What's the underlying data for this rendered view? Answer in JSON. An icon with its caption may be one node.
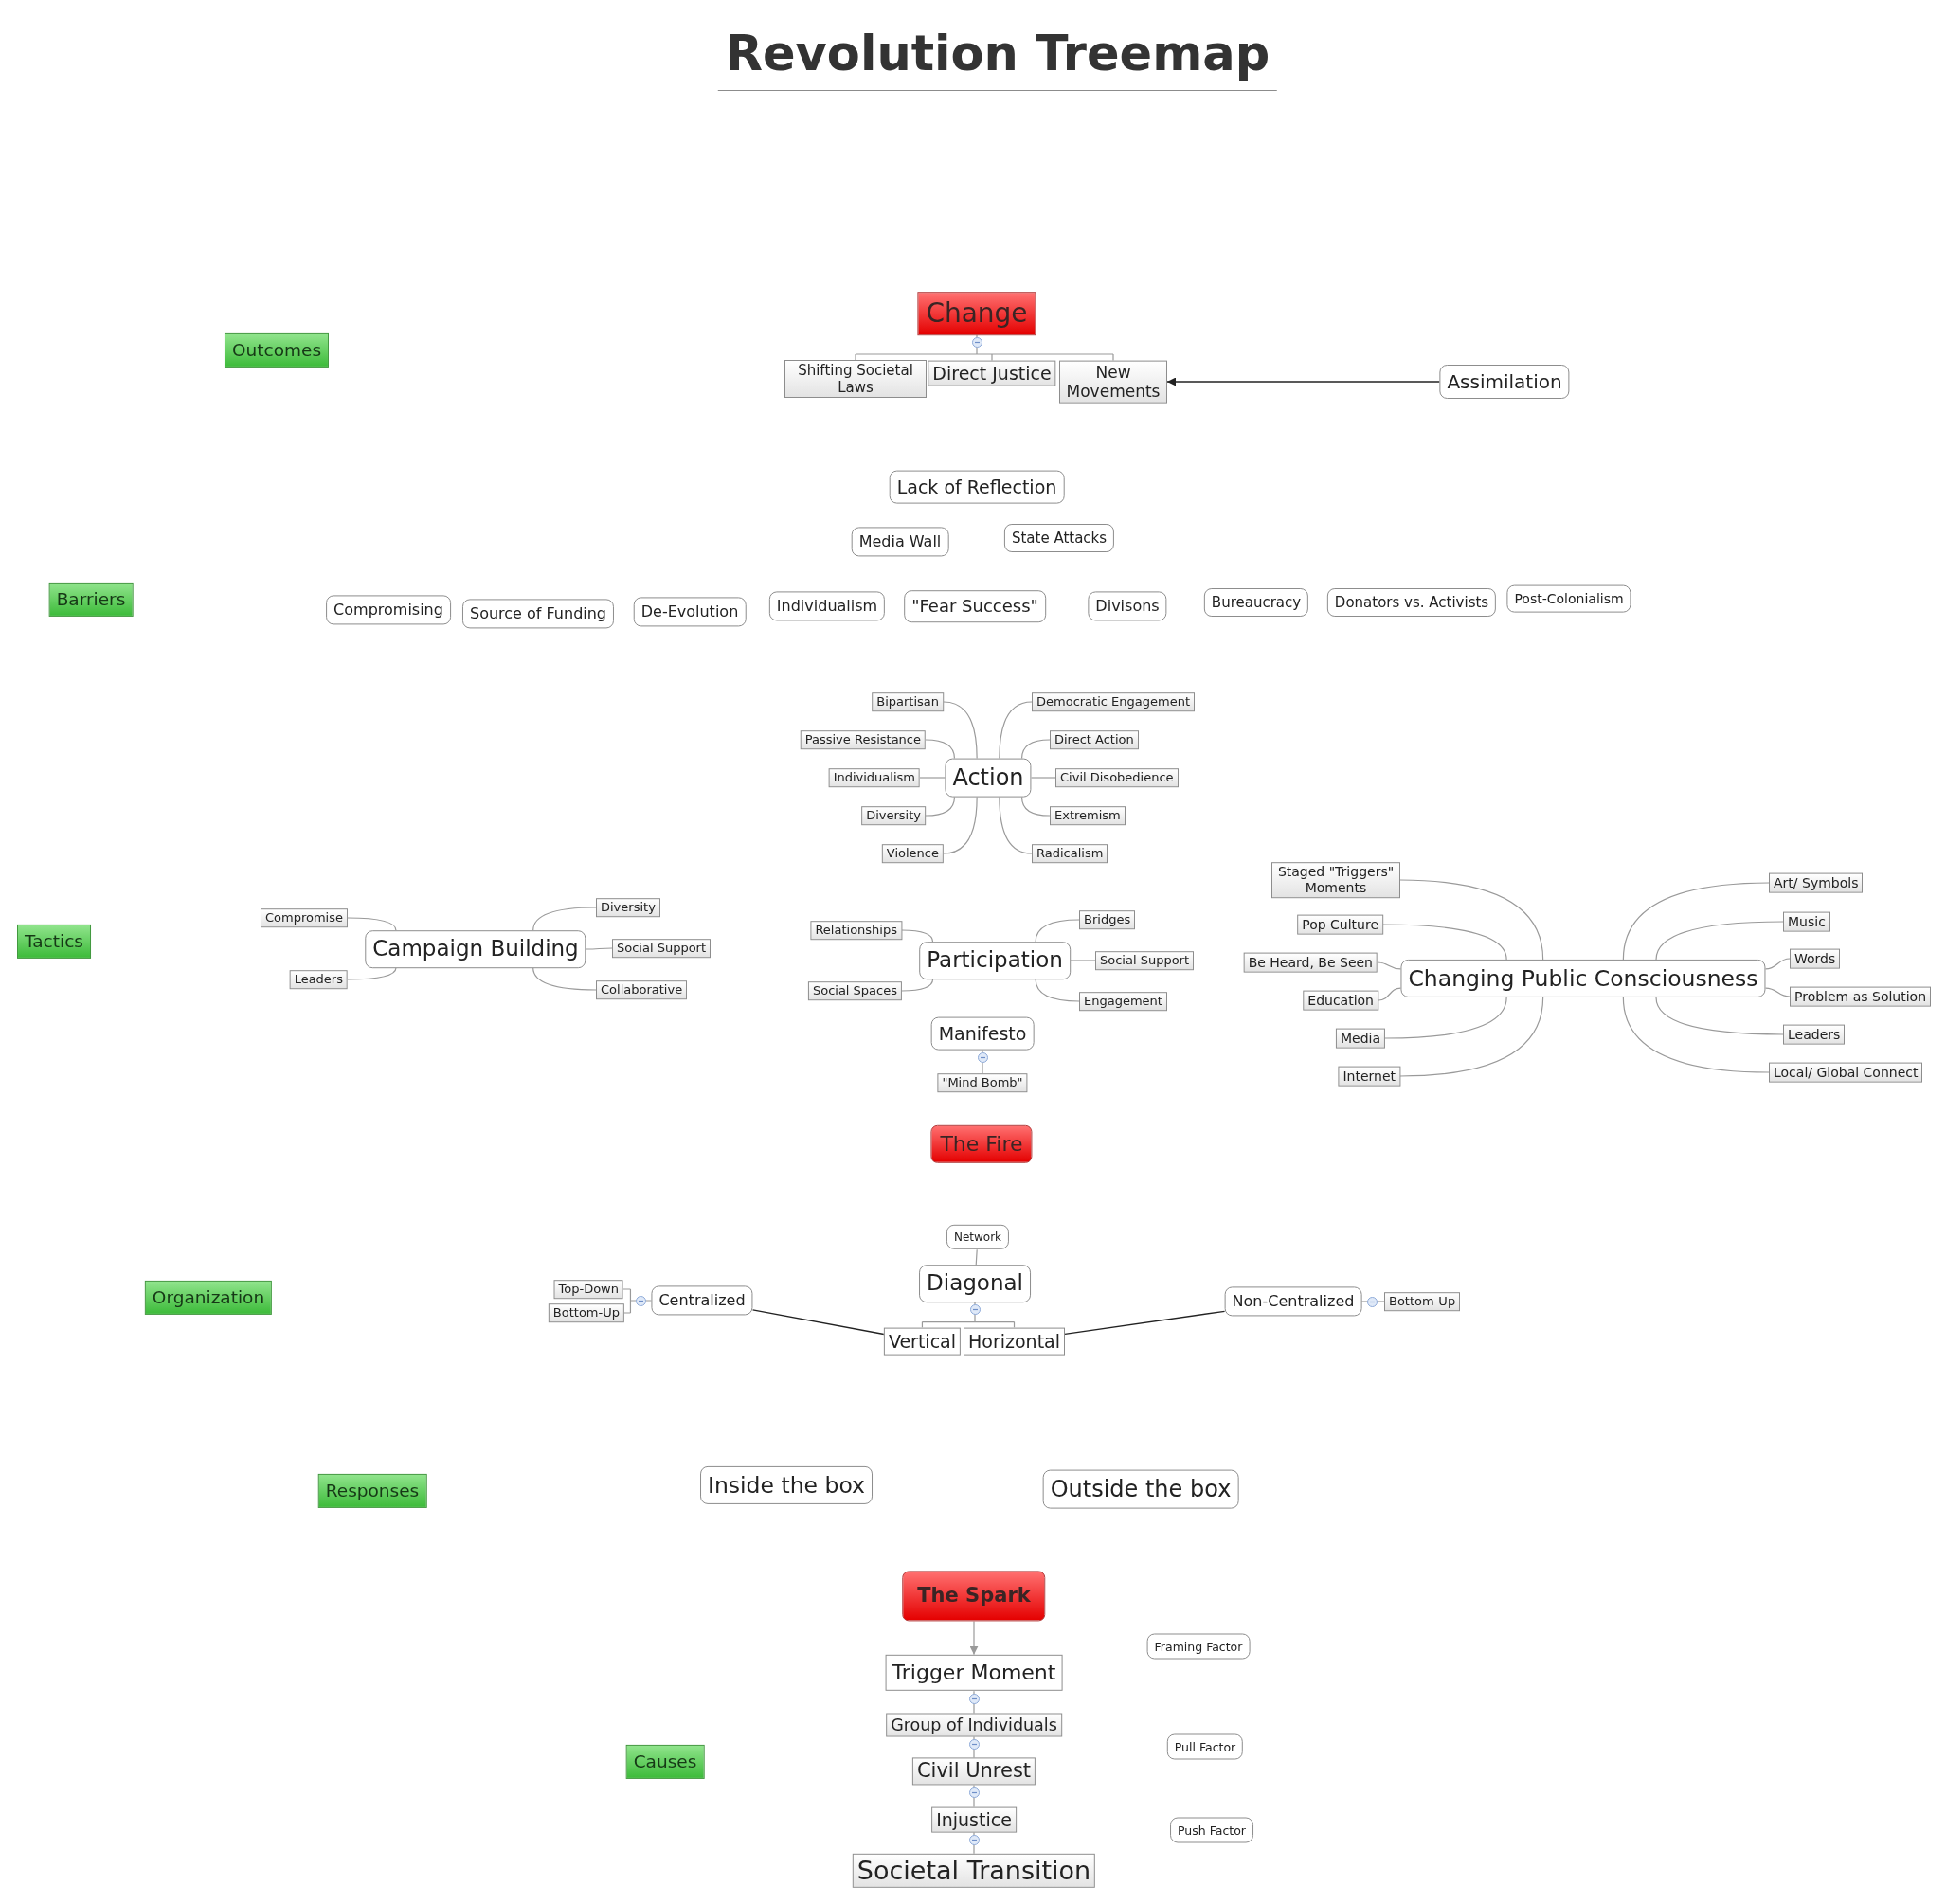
{
  "diagram": {
    "title": "Revolution Treemap",
    "nodes": [
      {
        "text": [
          "Outcomes"
        ]
      },
      {
        "text": [
          "Change"
        ]
      },
      {
        "text": [
          "Shifting Societal Laws"
        ]
      },
      {
        "text": [
          "Direct Justice"
        ]
      },
      {
        "text": [
          "New Movements"
        ]
      },
      {
        "text": [
          "Assimilation"
        ]
      },
      {
        "text": [
          "Barriers"
        ]
      },
      {
        "text": [
          "Lack of Reflection"
        ]
      },
      {
        "text": [
          "Media Wall"
        ]
      },
      {
        "text": [
          "State Attacks"
        ]
      },
      {
        "text": [
          "Compromising"
        ]
      },
      {
        "text": [
          "Source of Funding"
        ]
      },
      {
        "text": [
          "De-Evolution"
        ]
      },
      {
        "text": [
          "Individualism"
        ]
      },
      {
        "text": [
          "\"Fear Success\""
        ]
      },
      {
        "text": [
          "Divisons"
        ]
      },
      {
        "text": [
          "Bureaucracy"
        ]
      },
      {
        "text": [
          "Donators vs. Activists"
        ]
      },
      {
        "text": [
          "Post-Colonialism"
        ]
      },
      {
        "text": [
          "Tactics"
        ]
      },
      {
        "text": [
          "Action"
        ]
      },
      {
        "text": [
          "Bipartisan"
        ]
      },
      {
        "text": [
          "Passive Resistance"
        ]
      },
      {
        "text": [
          "Individualism"
        ]
      },
      {
        "text": [
          "Diversity"
        ]
      },
      {
        "text": [
          "Violence"
        ]
      },
      {
        "text": [
          "Democratic Engagement"
        ]
      },
      {
        "text": [
          "Direct Action"
        ]
      },
      {
        "text": [
          "Civil Disobedience"
        ]
      },
      {
        "text": [
          "Extremism"
        ]
      },
      {
        "text": [
          "Radicalism"
        ]
      },
      {
        "text": [
          "Campaign Building"
        ]
      },
      {
        "text": [
          "Compromise"
        ]
      },
      {
        "text": [
          "Leaders"
        ]
      },
      {
        "text": [
          "Diversity"
        ]
      },
      {
        "text": [
          "Social Support"
        ]
      },
      {
        "text": [
          "Collaborative"
        ]
      },
      {
        "text": [
          "Participation"
        ]
      },
      {
        "text": [
          "Relationships"
        ]
      },
      {
        "text": [
          "Social Spaces"
        ]
      },
      {
        "text": [
          "Bridges"
        ]
      },
      {
        "text": [
          "Social Support"
        ]
      },
      {
        "text": [
          "Engagement"
        ]
      },
      {
        "text": [
          "Changing Public Consciousness"
        ]
      },
      {
        "text": [
          "Staged \"Triggers\" Moments"
        ]
      },
      {
        "text": [
          "Pop Culture"
        ]
      },
      {
        "text": [
          "Be Heard, Be Seen"
        ]
      },
      {
        "text": [
          "Education"
        ]
      },
      {
        "text": [
          "Media"
        ]
      },
      {
        "text": [
          "Internet"
        ]
      },
      {
        "text": [
          "Art/ Symbols"
        ]
      },
      {
        "text": [
          "Music"
        ]
      },
      {
        "text": [
          "Words"
        ]
      },
      {
        "text": [
          "Problem as Solution"
        ]
      },
      {
        "text": [
          "Leaders"
        ]
      },
      {
        "text": [
          "Local/ Global Connect"
        ]
      },
      {
        "text": [
          "Manifesto"
        ]
      },
      {
        "text": [
          "\"Mind Bomb\""
        ]
      },
      {
        "text": [
          "The Fire"
        ]
      },
      {
        "text": [
          "Organization"
        ]
      },
      {
        "text": [
          "Network"
        ]
      },
      {
        "text": [
          "Diagonal"
        ]
      },
      {
        "text": [
          "Vertical"
        ]
      },
      {
        "text": [
          "Horizontal"
        ]
      },
      {
        "text": [
          "Centralized"
        ]
      },
      {
        "text": [
          "Top-Down"
        ]
      },
      {
        "text": [
          "Bottom-Up"
        ]
      },
      {
        "text": [
          "Non-Centralized"
        ]
      },
      {
        "text": [
          "Bottom-Up"
        ]
      },
      {
        "text": [
          "Responses"
        ]
      },
      {
        "text": [
          "Inside the box"
        ]
      },
      {
        "text": [
          "Outside the box"
        ]
      },
      {
        "text": [
          "Causes"
        ]
      },
      {
        "text": [
          "The Spark"
        ]
      },
      {
        "text": [
          "Trigger Moment"
        ]
      },
      {
        "text": [
          "Group of Individuals"
        ]
      },
      {
        "text": [
          "Civil Unrest"
        ]
      },
      {
        "text": [
          "Injustice"
        ]
      },
      {
        "text": [
          "Societal Transition"
        ]
      },
      {
        "text": [
          "Framing Factor"
        ]
      },
      {
        "text": [
          "Pull Factor"
        ]
      },
      {
        "text": [
          "Push Factor"
        ]
      }
    ],
    "edges": [
      {
        "from": 1,
        "to": 2,
        "arrow": "none"
      },
      {
        "from": 1,
        "to": 3,
        "arrow": "none"
      },
      {
        "from": 1,
        "to": 4,
        "arrow": "none"
      },
      {
        "from": 5,
        "to": 4,
        "arrow": "to",
        "color": "#222222"
      },
      {
        "from": 20,
        "to": 21,
        "arrow": "none"
      },
      {
        "from": 20,
        "to": 22,
        "arrow": "none"
      },
      {
        "from": 20,
        "to": 23,
        "arrow": "none"
      },
      {
        "from": 20,
        "to": 24,
        "arrow": "none"
      },
      {
        "from": 20,
        "to": 25,
        "arrow": "none"
      },
      {
        "from": 20,
        "to": 26,
        "arrow": "none"
      },
      {
        "from": 20,
        "to": 27,
        "arrow": "none"
      },
      {
        "from": 20,
        "to": 28,
        "arrow": "none"
      },
      {
        "from": 20,
        "to": 29,
        "arrow": "none"
      },
      {
        "from": 20,
        "to": 30,
        "arrow": "none"
      },
      {
        "from": 31,
        "to": 32,
        "arrow": "none"
      },
      {
        "from": 31,
        "to": 33,
        "arrow": "none"
      },
      {
        "from": 31,
        "to": 34,
        "arrow": "none"
      },
      {
        "from": 31,
        "to": 35,
        "arrow": "none"
      },
      {
        "from": 31,
        "to": 36,
        "arrow": "none"
      },
      {
        "from": 37,
        "to": 38,
        "arrow": "none"
      },
      {
        "from": 37,
        "to": 39,
        "arrow": "none"
      },
      {
        "from": 37,
        "to": 40,
        "arrow": "none"
      },
      {
        "from": 37,
        "to": 41,
        "arrow": "none"
      },
      {
        "from": 37,
        "to": 42,
        "arrow": "none"
      },
      {
        "from": 43,
        "to": 44,
        "arrow": "none"
      },
      {
        "from": 43,
        "to": 45,
        "arrow": "none"
      },
      {
        "from": 43,
        "to": 46,
        "arrow": "none"
      },
      {
        "from": 43,
        "to": 47,
        "arrow": "none"
      },
      {
        "from": 43,
        "to": 48,
        "arrow": "none"
      },
      {
        "from": 43,
        "to": 49,
        "arrow": "none"
      },
      {
        "from": 43,
        "to": 50,
        "arrow": "none"
      },
      {
        "from": 43,
        "to": 51,
        "arrow": "none"
      },
      {
        "from": 43,
        "to": 52,
        "arrow": "none"
      },
      {
        "from": 43,
        "to": 53,
        "arrow": "none"
      },
      {
        "from": 43,
        "to": 54,
        "arrow": "none"
      },
      {
        "from": 43,
        "to": 55,
        "arrow": "none"
      },
      {
        "from": 56,
        "to": 57,
        "arrow": "none"
      },
      {
        "from": 61,
        "to": 60,
        "arrow": "none"
      },
      {
        "from": 61,
        "to": 62,
        "arrow": "none"
      },
      {
        "from": 61,
        "to": 63,
        "arrow": "none"
      },
      {
        "from": 64,
        "to": 62,
        "arrow": "none",
        "color": "#222222"
      },
      {
        "from": 63,
        "to": 67,
        "arrow": "none",
        "color": "#222222"
      },
      {
        "from": 64,
        "to": 65,
        "arrow": "none"
      },
      {
        "from": 64,
        "to": 66,
        "arrow": "none"
      },
      {
        "from": 67,
        "to": 68,
        "arrow": "none"
      },
      {
        "from": 73,
        "to": 74,
        "arrow": "to"
      },
      {
        "from": 74,
        "to": 75,
        "arrow": "none"
      },
      {
        "from": 75,
        "to": 76,
        "arrow": "none"
      },
      {
        "from": 76,
        "to": 77,
        "arrow": "none"
      },
      {
        "from": 77,
        "to": 78,
        "arrow": "none"
      }
    ]
  }
}
